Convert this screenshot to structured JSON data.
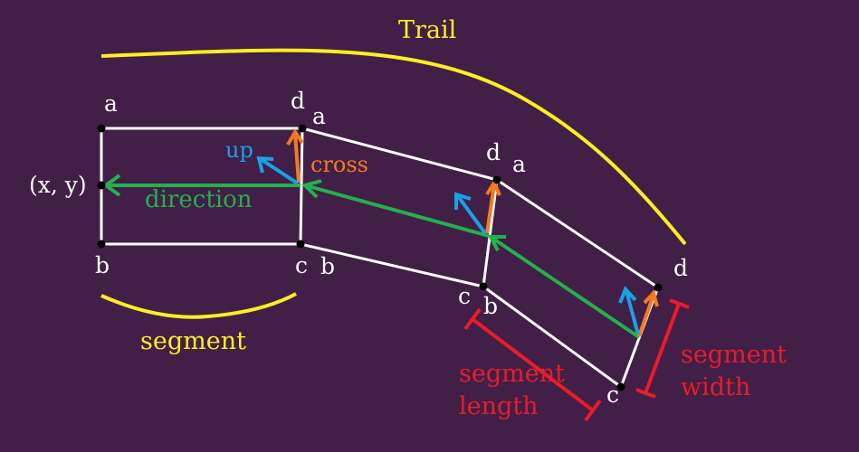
{
  "labels": {
    "trail": "Trail",
    "segment": "segment",
    "segment_length_1": "segment",
    "segment_length_2": "length",
    "segment_width_1": "segment",
    "segment_width_2": "width",
    "up": "up",
    "cross": "cross",
    "direction": "direction",
    "xy": "(x, y)",
    "a": "a",
    "b": "b",
    "c": "c",
    "d": "d"
  },
  "colors": {
    "background": "#421f47",
    "trail": "#ffee22",
    "edges": "#ffffff",
    "direction": "#22b14c",
    "up": "#1aa0e6",
    "cross": "#f47a22",
    "dimension": "#e81c2a"
  }
}
